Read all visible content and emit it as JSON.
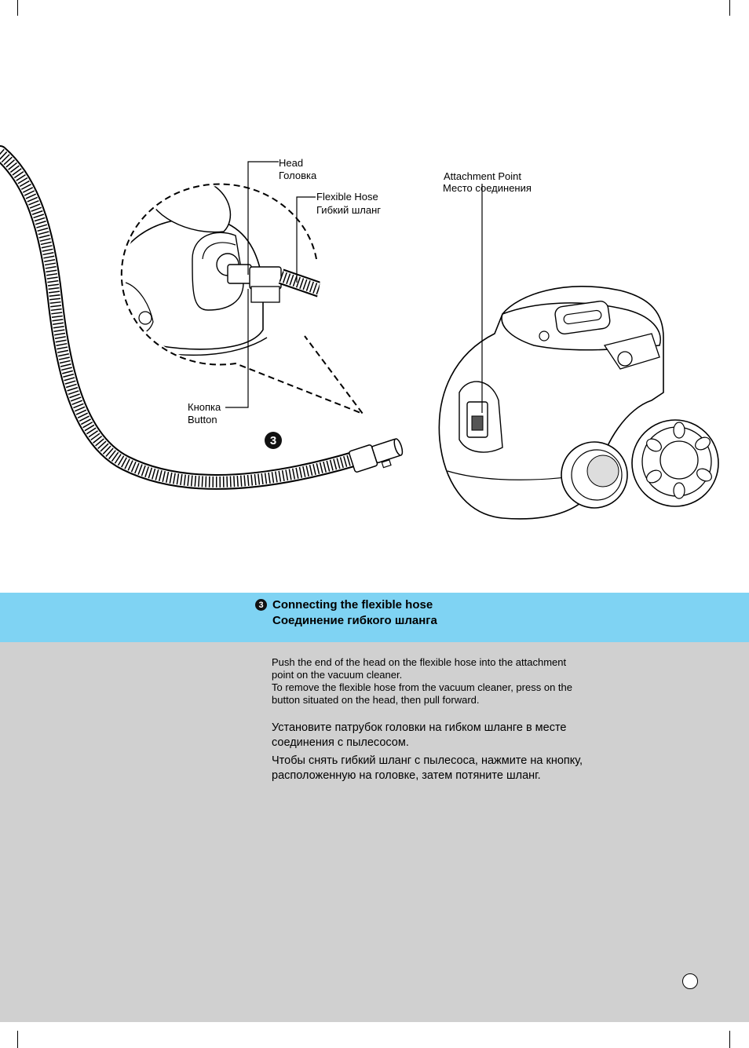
{
  "callouts": {
    "head_en": "Head",
    "head_ru": "Головка",
    "hose_en": "Flexible Hose",
    "hose_ru": "Гибкий шланг",
    "attach_en": "Attachment Point",
    "attach_ru": "Место соединения",
    "button_ru": "Кнопка",
    "button_en": "Button"
  },
  "step_number": "3",
  "section": {
    "title_en": "Connecting the flexible hose",
    "title_ru": "Соединение гибкого шланга"
  },
  "instructions_en": [
    {
      "line1": "Push the end of the head on the flexible hose  into the attachment",
      "line2": " point on the vacuum cleaner."
    },
    {
      "line1": "To remove the flexible hose from the vacuum cleaner, press on the",
      "line2": "button situated on the head, then pull forward."
    }
  ],
  "instructions_ru": [
    {
      "line1": "Установите патрубок головки на гибком шланге в месте",
      "line2": "соединения с пылесосом."
    },
    {
      "line1": "Чтобы снять гибкий шланг с пылесоса, нажмите на кнопку,",
      "line2": "расположенную на головке, затем потяните шланг."
    }
  ],
  "colors": {
    "header_band": "#7fd3f3",
    "body_band": "#d0d0d0"
  }
}
